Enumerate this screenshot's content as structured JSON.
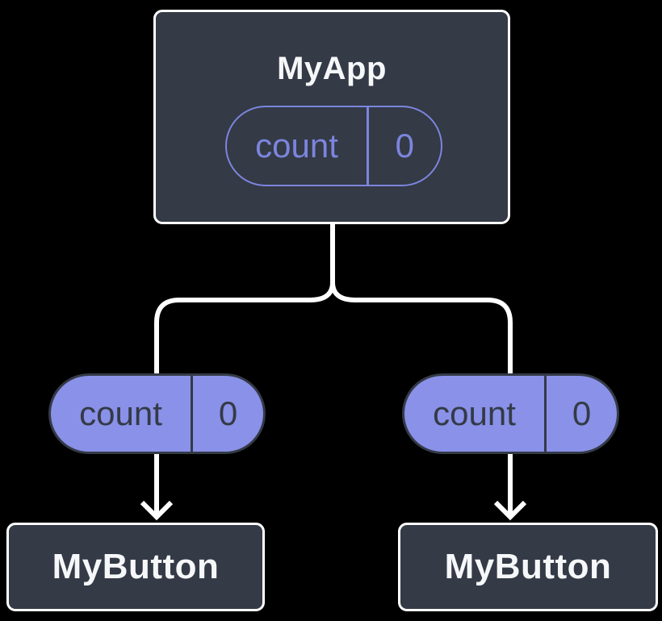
{
  "colors": {
    "background": "#000000",
    "box_fill": "#343a46",
    "box_border": "#ffffff",
    "box_text": "#f6f7f9",
    "pill_outline": "#7c85dd",
    "pill_fill": "#8991e8",
    "pill_dark": "#343a46",
    "connector": "#ffffff"
  },
  "diagram": {
    "root": {
      "title": "MyApp",
      "state_pill": {
        "name": "count",
        "value": "0"
      }
    },
    "branches": [
      {
        "pill": {
          "name": "count",
          "value": "0"
        },
        "child": {
          "title": "MyButton"
        }
      },
      {
        "pill": {
          "name": "count",
          "value": "0"
        },
        "child": {
          "title": "MyButton"
        }
      }
    ]
  }
}
